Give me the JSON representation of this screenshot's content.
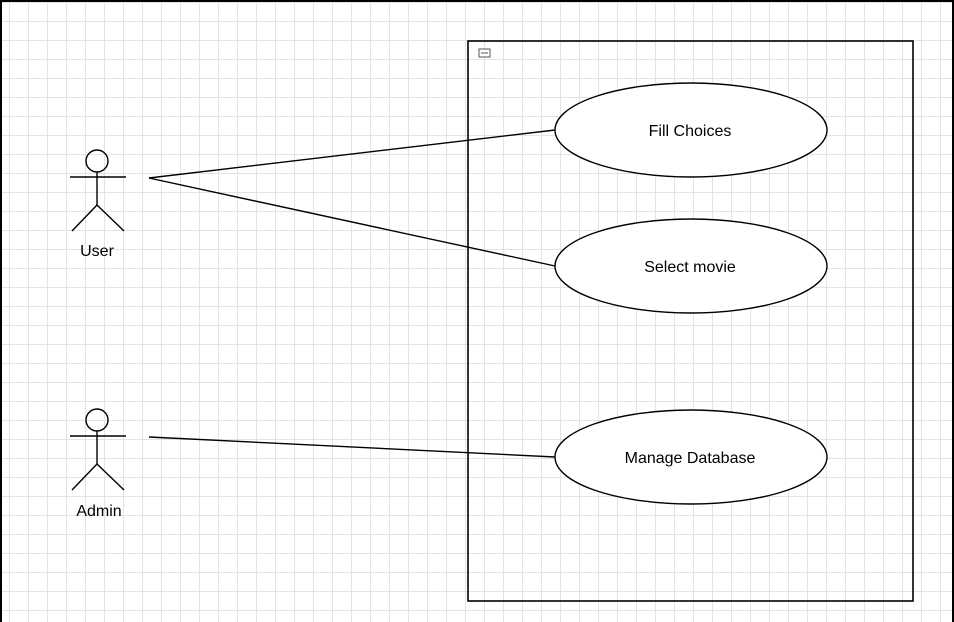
{
  "diagram": {
    "type": "use-case",
    "actors": [
      {
        "id": "user",
        "label": "User"
      },
      {
        "id": "admin",
        "label": "Admin"
      }
    ],
    "use_cases": [
      {
        "id": "fill-choices",
        "label": "Fill Choices"
      },
      {
        "id": "select-movie",
        "label": "Select movie"
      },
      {
        "id": "manage-database",
        "label": "Manage Database"
      }
    ],
    "associations": [
      {
        "from": "user",
        "to": "fill-choices"
      },
      {
        "from": "user",
        "to": "select-movie"
      },
      {
        "from": "admin",
        "to": "manage-database"
      }
    ],
    "system_boundary_icon": "collapse-icon"
  }
}
